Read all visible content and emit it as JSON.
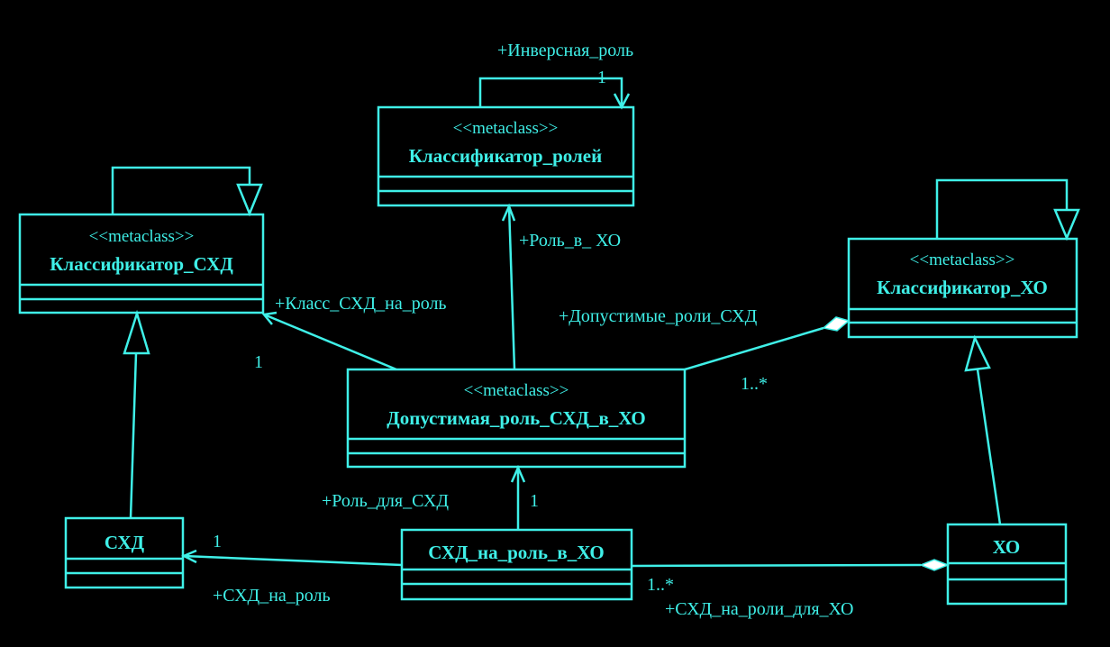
{
  "classes": {
    "role_classifier": {
      "stereotype": "<<metaclass>>",
      "name": "Классификатор_ролей"
    },
    "shd_classifier": {
      "stereotype": "<<metaclass>>",
      "name": "Классификатор_СХД"
    },
    "xo_classifier": {
      "stereotype": "<<metaclass>>",
      "name": "Классификатор_ХО"
    },
    "allowed_role": {
      "stereotype": "<<metaclass>>",
      "name": "Допустимая_роль_СХД_в_ХО"
    },
    "shd": {
      "name": "СХД"
    },
    "shd_role_in_xo": {
      "name": "СХД_на_роль_в_ХО"
    },
    "xo": {
      "name": "ХО"
    }
  },
  "labels": {
    "inverse_role": "+Инверсная_роль",
    "inverse_role_mult": "1",
    "role_in_xo": "+Роль_в_ ХО",
    "class_shd_to_role": "+Класс_СХД_на_роль",
    "class_shd_mult": "1",
    "allowed_roles_shd": "+Допустимые_роли_СХД",
    "allowed_roles_mult": "1..*",
    "role_for_shd": "+Роль_для_СХД",
    "role_for_shd_mult": "1",
    "shd_to_role": "+СХД_на_роль",
    "shd_to_role_mult": "1",
    "shd_roles_for_xo": "+СХД_на_роли_для_ХО",
    "shd_roles_for_xo_mult": "1..*"
  }
}
